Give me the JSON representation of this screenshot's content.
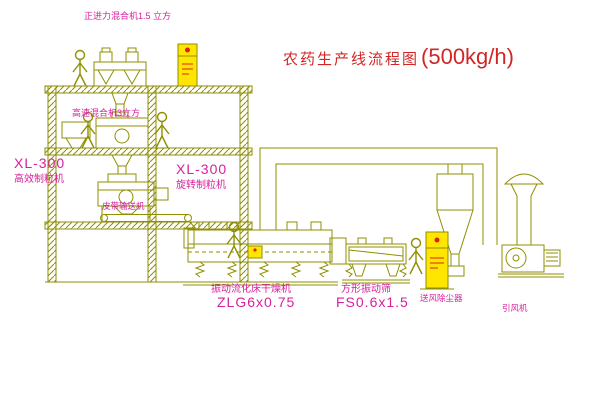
{
  "diagram": {
    "title": "农药生产线流程图",
    "capacity": "(500kg/h)",
    "labels": {
      "top_mixer": "正进力混合机1.5 立方",
      "high_speed_mixer": "高速混合机3立方",
      "granulator_left_model": "XL-300",
      "granulator_left_name": "高效制粒机",
      "granulator_center_model": "XL-300",
      "granulator_center_name": "旋转制粒机",
      "belt_conveyor": "皮带输送机",
      "dryer_name": "振动流化床干燥机",
      "dryer_model": "ZLG6x0.75",
      "sieve_name": "方形振动筛",
      "sieve_model": "FS0.6x1.5",
      "dust_collector": "送风除尘器",
      "induced_fan": "引风机"
    },
    "colors": {
      "line_art": "#8f8f00",
      "label_text": "#d6219c",
      "title_text": "#d22626",
      "panel_fill": "#ffe600",
      "alert_red": "#e02020"
    }
  }
}
